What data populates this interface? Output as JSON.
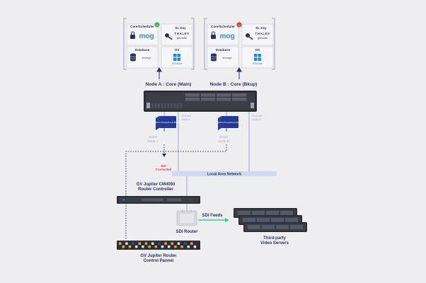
{
  "node_a": {
    "title": "Node A : Core (Main)",
    "core_scheduler": "Core/Scheduler",
    "sl_key": "SL Key",
    "database": "Database",
    "os": "OS",
    "mog_logo": "mog",
    "thales_logo": "THALES",
    "gemalto_logo": "gemalto",
    "db_logo": "storage",
    "windows_logo": "Windows",
    "status": "ok",
    "status_color": "#3cb54a"
  },
  "node_b": {
    "title": "Node B : Core (Bkup)",
    "core_scheduler": "Core/Scheduler",
    "sl_key": "SL Key",
    "database": "Database",
    "os": "OS",
    "mog_logo": "mog",
    "thales_logo": "THALES",
    "gemalto_logo": "gemalto",
    "db_logo": "storage",
    "windows_logo": "Windows",
    "status": "err",
    "status_color": "#e53935"
  },
  "serial_a": "Serial\nNode A",
  "serial_b": "Serial\nNode B",
  "ethernet_a": "Ethernet\nNode A",
  "ethernet_b": "Ethernet\nNode B",
  "board_label": "GPIO Phosphorent Board",
  "not_connected": "Not\nConnected",
  "lan": "Local Area Network",
  "router_controller": "GV Jupiter CM4000\nRouter Controller",
  "sdi_router": "SDI Router",
  "sdi_feeds": "SDI Feeds",
  "video_servers": "Third-party\nVideo Servers",
  "control_panel": "GV Jupiter Router\nControl Pannel",
  "colors": {
    "navy": "#2a3060",
    "accent": "#3d4a9b",
    "arrow": "#3fc98a",
    "red": "#e53935",
    "lan_bar": "#cfd9f2",
    "line": "#7f87b0"
  }
}
